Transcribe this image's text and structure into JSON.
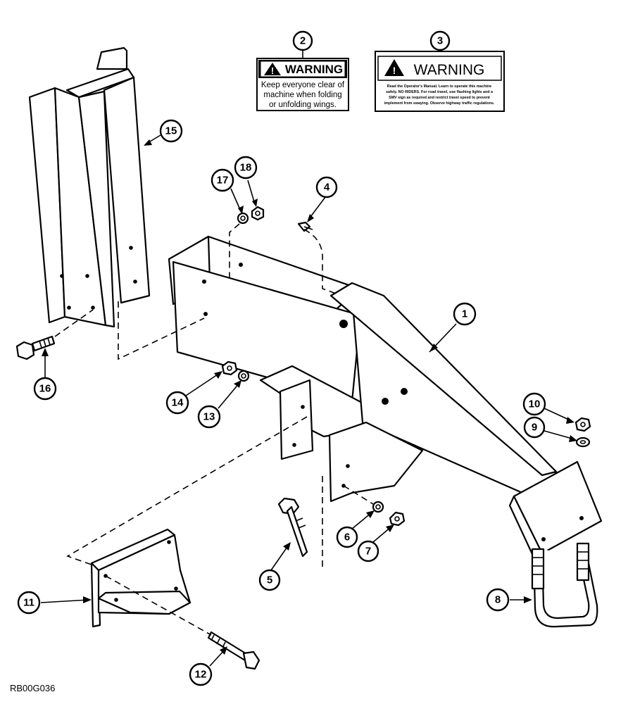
{
  "callouts": {
    "c1": "1",
    "c2": "2",
    "c3": "3",
    "c4": "4",
    "c5": "5",
    "c6": "6",
    "c7": "7",
    "c8": "8",
    "c9": "9",
    "c10": "10",
    "c11": "11",
    "c12": "12",
    "c13": "13",
    "c14": "14",
    "c15": "15",
    "c16": "16",
    "c17": "17",
    "c18": "18"
  },
  "decal_2": {
    "heading": "WARNING",
    "lines": [
      "Keep everyone clear of",
      "machine when folding",
      "or unfolding wings."
    ]
  },
  "decal_3": {
    "heading": "WARNING",
    "lines": [
      "Read the Operator's Manual. Learn to operate this machine",
      "safely. NO RIDERS. For road travel, use flashing lights and a",
      "SMV sign as required and restrict travel speed to prevent",
      "implement from swaying. Observe highway traffic regulations."
    ]
  },
  "reference_code": "RB00G036"
}
